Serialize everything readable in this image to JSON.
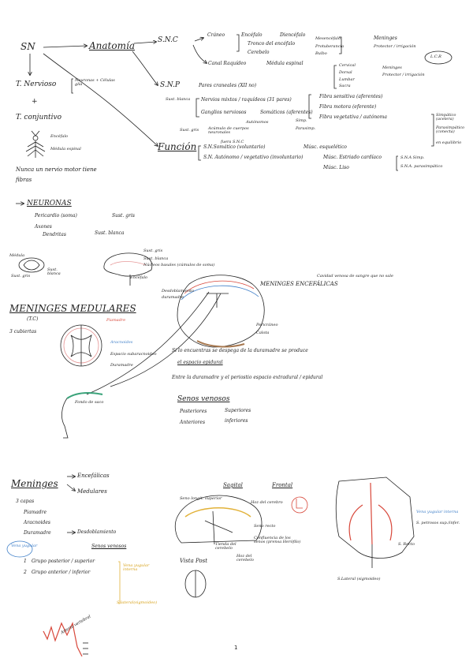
{
  "colors": {
    "ink": "#222222",
    "accent_red": "#d8483b",
    "accent_blue": "#3f7fc8",
    "accent_teal": "#2e9db0",
    "accent_yellow": "#e2b23a",
    "accent_green": "#3aa37a",
    "spine_pink": "#e79a9a",
    "spine_brown": "#a7784f"
  },
  "sec1": {
    "sn": "SN",
    "anatomia": "Anatomía",
    "snc": "S.N.C",
    "craneo": "Cráneo",
    "encefalo": "Encéfalo",
    "diencefalo": "Diencéfalo",
    "tronco": "Tronco del encéfalo",
    "cerebelo": "Cerebelo",
    "mesencefalo": "Mesencéfalo",
    "protuberancia": "Protuberancia",
    "bulbo": "Bulbo",
    "meninges": "Meninges",
    "protector": "Protector / irrigación",
    "lcr": "L.C.R",
    "canal": "Canal Raquídeo",
    "medula": "Médula espinal",
    "cervical": "Cervical",
    "dorsal": "Dorsal",
    "lumbar": "Lumbar",
    "sacra": "Sacra",
    "meninges2": "Meninges",
    "protector2": "Protector / irrigación",
    "t_nervioso": "T. Nervioso",
    "neuronas": "Neuronas + Células glía",
    "t_conjuntivo": "T. conjuntivo",
    "encefalo2": "Encéfalo",
    "medula2": "Médula espinal",
    "nunca": "Nunca un nervio motor tiene",
    "fibras": "fibras",
    "snp": "S.N.P",
    "pares": "Pares craneales (XII no)",
    "sust_blanca": "Sust. blanca",
    "nervios": "Nervios mixtos / raquídeos (31 pares)",
    "fibra_sens": "Fibra sensitiva (aferentes)",
    "fibra_mot": "Fibra motora (eferente)",
    "ganglios": "Ganglios nerviosos",
    "somaticos": "Somáticos (aferentes)",
    "autonomos": "Autónomos",
    "simp": "Simp.",
    "parasimp": "Parasimp.",
    "sust_gris": "Sust. gris",
    "acumulo": "Acúmulo de cuerpos neuronales",
    "fuera": "fuera S.N.C",
    "fibra_veg": "Fibra vegetativa / autónoma",
    "simpatico": "Simpático (acelera)",
    "parasimpatico": "Parasimpático (conecta)",
    "equilibrio": "en equilibrio",
    "funcion": "Función",
    "sn_somatico": "S.N.Somático (voluntario)",
    "m_esq": "Músc. esquelético",
    "sn_autonomo": "S.N. Autónomo / vegetativo (involuntario)",
    "m_estriado": "Músc. Estriado cardíaco",
    "m_liso": "Músc. Liso",
    "snasimp": "S.N.A Simp.",
    "snaparasimp": "S.N.A. parasimpático"
  },
  "sec2": {
    "neuronas": "NEURONAS",
    "pericardio": "Pericardio (soma)",
    "sust_gris": "Sust. gris",
    "axones": "Axones",
    "dendritas": "Dendritas",
    "sust_blanca": "Sust. blanca",
    "medula": "Médula",
    "sust_gris2": "Sust. gris",
    "sust_blanca2": "Sust. blanca",
    "lbl_gris": "Sust. gris",
    "lbl_blanca": "Sust. blanca",
    "lbl_nucleos": "Núcleos basales (cúmulos de soma)",
    "lbl_encefalo": "Encéfalo",
    "meninges_med": "MENINGES MEDULARES",
    "tc": "(T.C)",
    "tres": "3 cubiertas",
    "piamadre": "Piamadre",
    "aracnoides": "Aracnoides",
    "subaracn": "Espacio subaracnoideo",
    "duramadre": "Duramadre",
    "desdoblamiento": "Desdoblamiento",
    "duramadre2": "duramadre",
    "meninges_enc": "MENINGES ENCEFÁLICAS",
    "cavidad": "Cavidad venosa de sangre que no sale",
    "pericraneo": "Pericráneo",
    "calota": "Calota",
    "si_encuentra": "Si lo encuentras se despega de la duramadre se produce",
    "espacio_epidural": "el espacio epidural",
    "entre": "Entre la duramadre y el periostio espacio extradural / epidural",
    "senos": "Senos venosos",
    "post": "Posteriores",
    "sup": "Superiores",
    "ant": "Anteriores",
    "inf": "inferiores",
    "sac": "Fondo de saco"
  },
  "sec3": {
    "meninges": "Meninges",
    "encefalicas": "Encefálicas",
    "medulares": "Medulares",
    "tres": "3 capas",
    "piamadre": "Piamadre",
    "aracnoides": "Aracnoides",
    "duramadre": "Duramadre",
    "desdoblamiento": "Desdoblamiento",
    "senos": "Senos venosos",
    "v_yugular": "Vena yugular",
    "n1": "1",
    "grupo_post": "Grupo posterior / superior",
    "n2": "2",
    "grupo_ant": "Grupo anterior / inferior",
    "vena_yug": "Vena yugular interna",
    "sinus_sig": "S.lateral(sigmoideo)",
    "sagital": "Sagital",
    "frontal": "Frontal",
    "seno_long": "Seno longit. superior",
    "hoz": "Hoz del cerebro",
    "seno_recto": "Seno recto",
    "confluencia": "Confluencia de los senos (prensa Herófilo)",
    "tienda": "Tienda del cerebelo",
    "hoz_cerebelo": "Hoz del cerebelo",
    "vista": "Vista Post",
    "seno_lat": "S.Lateral (sigmoideo)",
    "vena_yugular_int": "Vena yugular interna",
    "s_petrosos": "S. petrosos sup./infer.",
    "s_recto": "S. Recto",
    "arteria": "Arteria vertebral",
    "page_num": "1"
  }
}
